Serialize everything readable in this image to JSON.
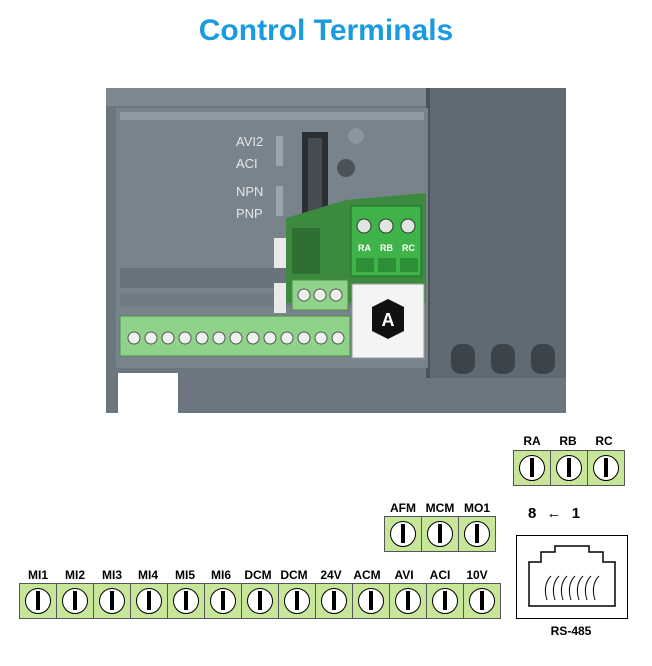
{
  "title": "Control Terminals",
  "photo": {
    "switch_labels": [
      "AVI2",
      "ACI",
      "NPN",
      "PNP"
    ],
    "relay_labels": [
      "RA",
      "RB",
      "RC"
    ],
    "marker": "A"
  },
  "relay_block": {
    "labels": [
      "RA",
      "RB",
      "RC"
    ]
  },
  "analog_out_block": {
    "labels": [
      "AFM",
      "MCM",
      "MO1"
    ]
  },
  "main_block": {
    "labels": [
      "MI1",
      "MI2",
      "MI3",
      "MI4",
      "MI5",
      "MI6",
      "DCM",
      "DCM",
      "24V",
      "ACM",
      "AVI",
      "ACI",
      "10V"
    ]
  },
  "rs485": {
    "pin_left": "8",
    "arrow": "←",
    "pin_right": "1",
    "caption": "RS-485"
  },
  "colors": {
    "title": "#1a9be0",
    "terminal_green": "#c8e69a",
    "housing": "#6b7680"
  }
}
